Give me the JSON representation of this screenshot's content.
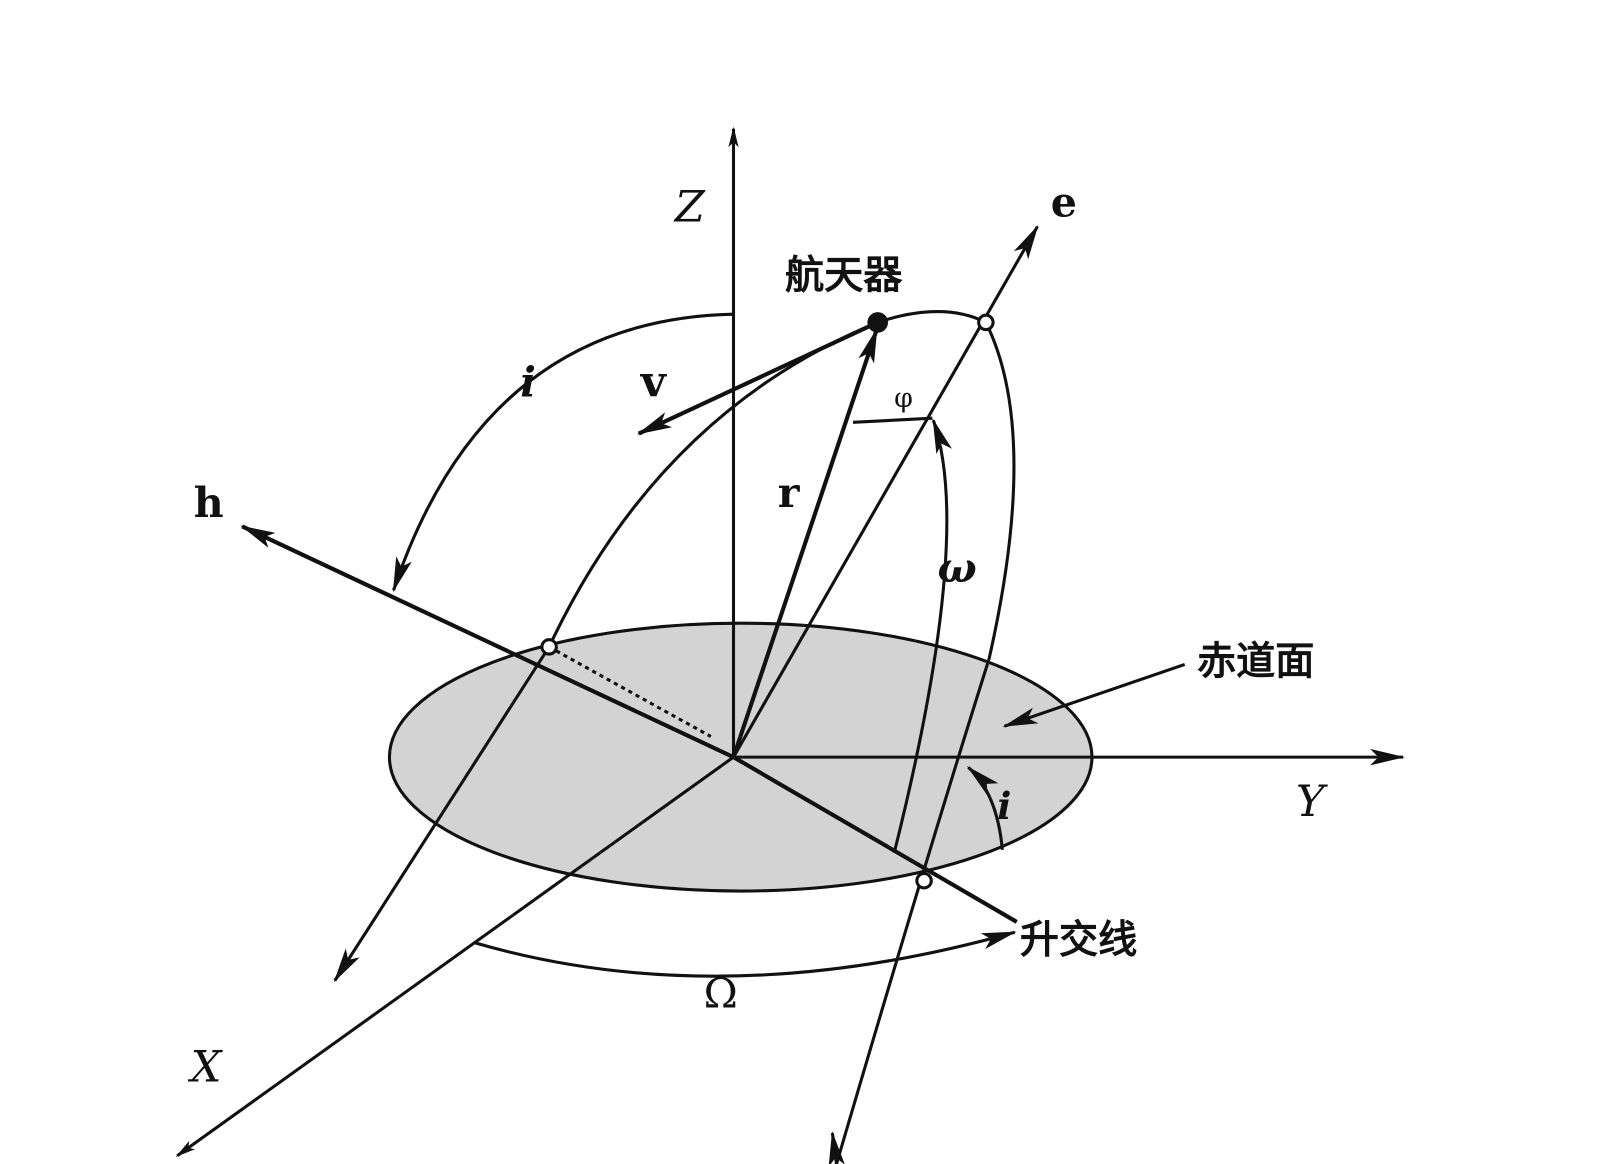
{
  "diagram": {
    "labels": {
      "z_axis": "Z",
      "y_axis": "Y",
      "x_axis": "X",
      "h_vector": "h",
      "e_vector": "e",
      "r_vector": "r",
      "v_vector": "v",
      "spacecraft": "航天器",
      "equatorial_plane": "赤道面",
      "line_of_nodes": "升交线",
      "inclination_top": "i",
      "inclination_bottom": "i",
      "arg_perigee": "ω",
      "true_anomaly": "φ",
      "raan": "Ω"
    },
    "colors": {
      "line": "#111111",
      "plane_fill": "#d3d3d3",
      "background": "#ffffff"
    }
  }
}
